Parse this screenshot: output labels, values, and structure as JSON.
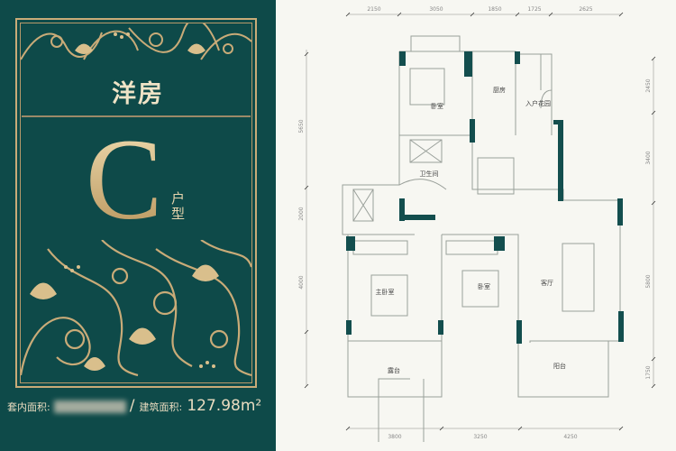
{
  "brand_panel": {
    "title": "洋房",
    "unit_letter": "C",
    "unit_suffix": "户型",
    "interior_area_label": "套内面积:",
    "separator": "/",
    "building_area_label": "建筑面积:",
    "building_area_value": "127.98",
    "area_unit": "m²",
    "colors": {
      "background": "#0e4a49",
      "gold": "#c9ab78"
    }
  },
  "floor_plan": {
    "top_dimensions": [
      "2150",
      "3050",
      "1850",
      "1725",
      "2625"
    ],
    "bottom_dimensions": [
      "3800",
      "3250",
      "4250"
    ],
    "left_dimensions": [
      "5650",
      "2000",
      "4000"
    ],
    "right_dimensions": [
      "2450",
      "3400",
      "5800",
      "1750"
    ],
    "rooms": {
      "bedroom_2": "卧室",
      "kitchen": "厨房",
      "entry_garden": "入户花园",
      "bathroom": "卫生间",
      "master_bedroom": "主卧室",
      "bedroom_3": "卧室",
      "living_room": "客厅",
      "terrace": "露台",
      "balcony": "阳台"
    },
    "colors": {
      "wall": "#134e4e",
      "line": "#9aa09a",
      "background": "#f7f7f2"
    }
  }
}
